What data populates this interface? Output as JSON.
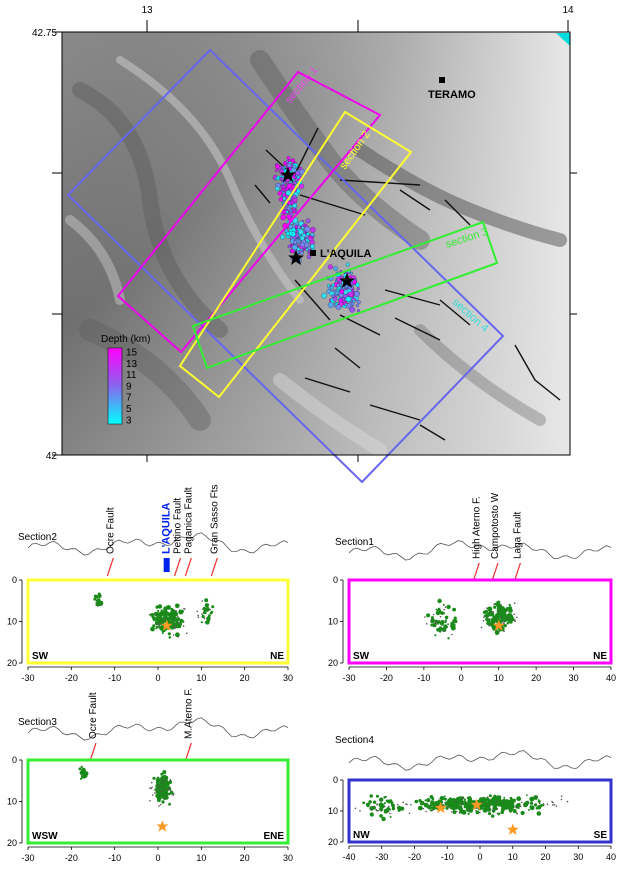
{
  "map": {
    "lon_ticks": [
      "13",
      "14"
    ],
    "lat_ticks": [
      "42.75",
      "42"
    ],
    "city_teramo": "TERAMO",
    "city_laquila": "L'AQUILA",
    "section_labels": [
      "section 1",
      "section 2",
      "section 3",
      "section 4"
    ],
    "legend": {
      "title": "Depth (km)",
      "ticks": [
        "15",
        "13",
        "11",
        "9",
        "7",
        "5",
        "3"
      ],
      "colors": [
        "#ff00ff",
        "#cc33ee",
        "#9955ee",
        "#7788ee",
        "#55aaee",
        "#33ddee",
        "#00ffff"
      ]
    }
  },
  "sections": {
    "s2": {
      "title": "Section2",
      "left_end": "SW",
      "right_end": "NE",
      "faults": [
        "Ocre Fault",
        "L'AQUILA",
        "Pettino Fault",
        "Paganica Fault",
        "Gran Sasso Fts"
      ],
      "x_ticks": [
        "-30",
        "-20",
        "-10",
        "0",
        "10",
        "20",
        "30"
      ],
      "y_ticks": [
        "0",
        "10",
        "20"
      ],
      "frame_color": "#ffff33"
    },
    "s1": {
      "title": "Section1",
      "left_end": "SW",
      "right_end": "NE",
      "faults": [
        "High Aterno F.",
        "Campotosto W",
        "Laga Fault"
      ],
      "x_ticks": [
        "-30",
        "-20",
        "-10",
        "0",
        "10",
        "20",
        "30",
        "40"
      ],
      "y_ticks": [
        "0",
        "10",
        "20"
      ],
      "frame_color": "#ff00ff"
    },
    "s3": {
      "title": "Section3",
      "left_end": "WSW",
      "right_end": "ENE",
      "faults": [
        "Ocre Fault",
        "M.Aterno F."
      ],
      "x_ticks": [
        "-30",
        "-20",
        "-10",
        "0",
        "10",
        "20",
        "30"
      ],
      "y_ticks": [
        "0",
        "10",
        "20"
      ],
      "frame_color": "#33ee33"
    },
    "s4": {
      "title": "Section4",
      "left_end": "NW",
      "right_end": "SE",
      "faults": [],
      "x_ticks": [
        "-40",
        "-30",
        "-20",
        "-10",
        "0",
        "10",
        "20",
        "30",
        "40"
      ],
      "y_ticks": [
        "0",
        "10",
        "20"
      ],
      "frame_color": "#3333cc"
    }
  }
}
